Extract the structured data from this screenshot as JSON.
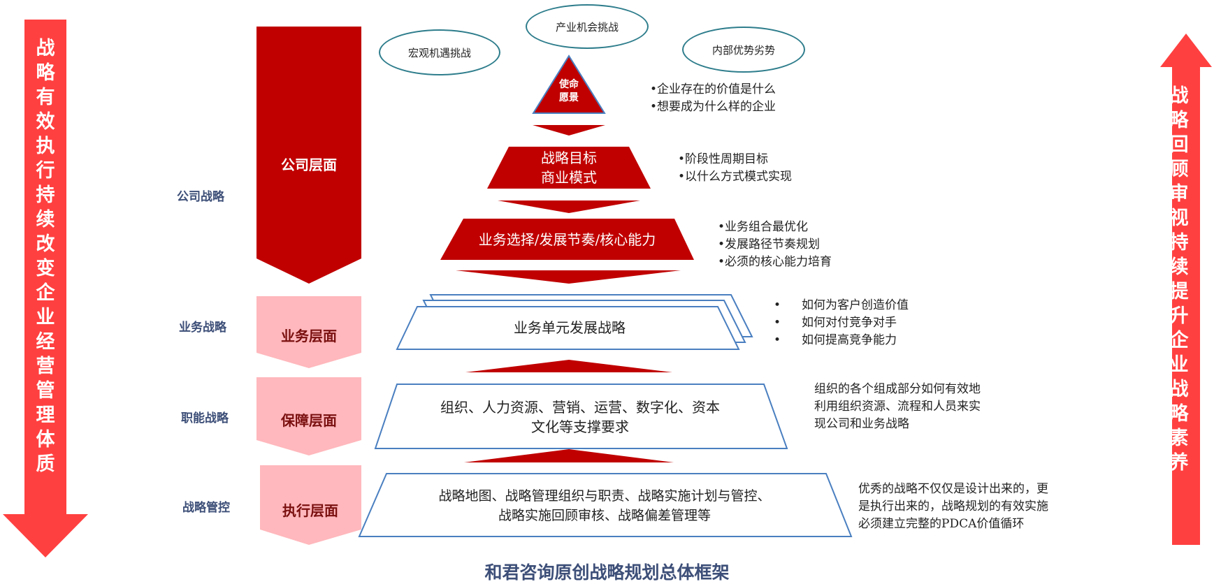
{
  "left_arrow": {
    "chars": [
      "战",
      "略",
      "有",
      "效",
      "执",
      "行",
      "持",
      "续",
      "改",
      "变",
      "企",
      "业",
      "经",
      "营",
      "管",
      "理",
      "体",
      "质"
    ]
  },
  "right_arrow": {
    "chars": [
      "战",
      "略",
      "回",
      "顾",
      "审",
      "视",
      "持",
      "续",
      "提",
      "升",
      "企",
      "业",
      "战",
      "略",
      "素",
      "养"
    ]
  },
  "levels": [
    {
      "side_label": "公司战略",
      "block_label": "公司层面"
    },
    {
      "side_label": "业务战略",
      "block_label": "业务层面"
    },
    {
      "side_label": "职能战略",
      "block_label": "保障层面"
    },
    {
      "side_label": "战略管控",
      "block_label": "执行层面"
    }
  ],
  "ovals": [
    {
      "label": "宏观机遇挑战"
    },
    {
      "label": "产业机会挑战"
    },
    {
      "label": "内部优势劣势"
    }
  ],
  "pyramid": {
    "apex": [
      "使命",
      "愿景"
    ],
    "tier1": [
      "战略目标",
      "商业模式"
    ],
    "tier2": "业务选择/发展节奏/核心能力",
    "tier3": "业务单元发展战略",
    "tier4": [
      "组织、人力资源、营销、运营、数字化、资本",
      "文化等支撑要求"
    ],
    "tier5": [
      "战略地图、战略管理组织与职责、战略实施计划与管控、",
      "战略实施回顾审核、战略偏差管理等"
    ]
  },
  "notes": {
    "mission": [
      "•企业存在的价值是什么",
      "•想要成为什么样的企业"
    ],
    "goals": [
      "•阶段性周期目标",
      "•以什么方式模式实现"
    ],
    "business": [
      "•业务组合最优化",
      "•发展路径节奏规划",
      "•必须的核心能力培育"
    ],
    "unit": [
      "如何为客户创造价值",
      "如何对付竞争对手",
      "如何提高竞争能力"
    ],
    "function": [
      "组织的各个组成部分如何有效地",
      "利用组织资源、流程和人员来实",
      "现公司和业务战略"
    ],
    "control": [
      "优秀的战略不仅仅是设计出来的，更",
      "是执行出来的，战略规划的有效实施",
      "必须建立完整的PDCA价值循环"
    ]
  },
  "bullet_symbol": "•",
  "caption": "和君咨询原创战略规划总体框架",
  "colors": {
    "dark_red": "#c00000",
    "bright_red": "#ff4040",
    "pink": "#ffb8bd",
    "outline_blue": "#4a7fc0",
    "oval_teal": "#2e7d8c",
    "label_blue": "#3d4f78"
  }
}
